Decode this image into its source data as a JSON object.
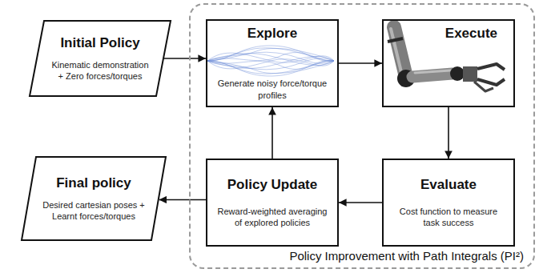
{
  "diagram": {
    "nodes": [
      {
        "text": [
          "Initial Policy",
          "Kinematic demonstration + Zero forces/torques"
        ]
      },
      {
        "text": [
          "Policy Improvement with Path Integrals (PI²)"
        ]
      },
      {
        "text": [
          "Explore",
          "Generate noisy force/torque profiles"
        ],
        "in": 1
      },
      {
        "text": [
          "Execute"
        ],
        "in": 1
      },
      {
        "text": [
          "Policy Update",
          "Reward-weighted averaging of explored policies"
        ],
        "in": 1
      },
      {
        "text": [
          "Evaluate",
          "Cost function to measure task success"
        ],
        "in": 1
      },
      {
        "text": [
          "Final policy",
          "Desired cartesian poses + Learnt forces/torques"
        ]
      }
    ],
    "edges": [
      {
        "from": 0,
        "to": 2,
        "arrow": "to"
      },
      {
        "from": 2,
        "to": 3,
        "arrow": "to"
      },
      {
        "from": 3,
        "to": 5,
        "arrow": "to"
      },
      {
        "from": 5,
        "to": 4,
        "arrow": "to"
      },
      {
        "from": 4,
        "to": 2,
        "arrow": "to"
      },
      {
        "from": 4,
        "to": 6,
        "arrow": "to"
      }
    ]
  }
}
